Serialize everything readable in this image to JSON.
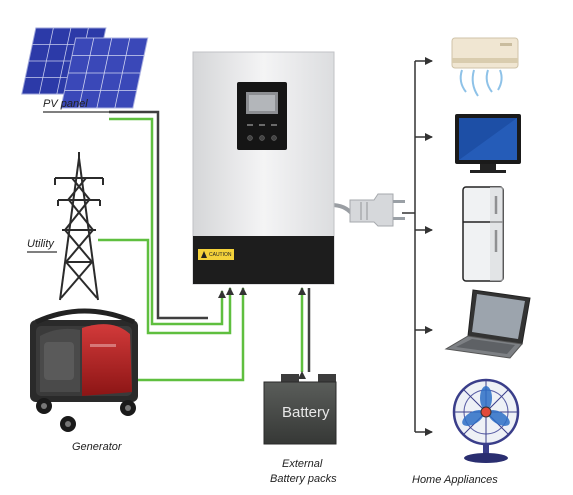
{
  "labels": {
    "pv_panel": "PV panel",
    "utility": "Utility",
    "generator": "Generator",
    "battery": "Battery",
    "external_battery_line1": "External",
    "external_battery_line2": "Battery packs",
    "home_appliances": "Home Appliances",
    "caution": "CAUTION"
  },
  "colors": {
    "ac_line": "#5fbf3f",
    "dc_line": "#3f3f3f",
    "inverter_body": "#e9eaec",
    "inverter_base": "#1d1d1d",
    "battery_body": "#454845",
    "solar_cell": "#3a48b8"
  },
  "icons": {
    "pv_panel": "solar-panel-icon",
    "utility": "power-tower-icon",
    "generator": "generator-icon",
    "inverter": "inverter-icon",
    "plug": "plug-icon",
    "battery": "battery-icon",
    "appliances": [
      "air-conditioner-icon",
      "tv-icon",
      "refrigerator-icon",
      "laptop-icon",
      "fan-icon"
    ]
  }
}
